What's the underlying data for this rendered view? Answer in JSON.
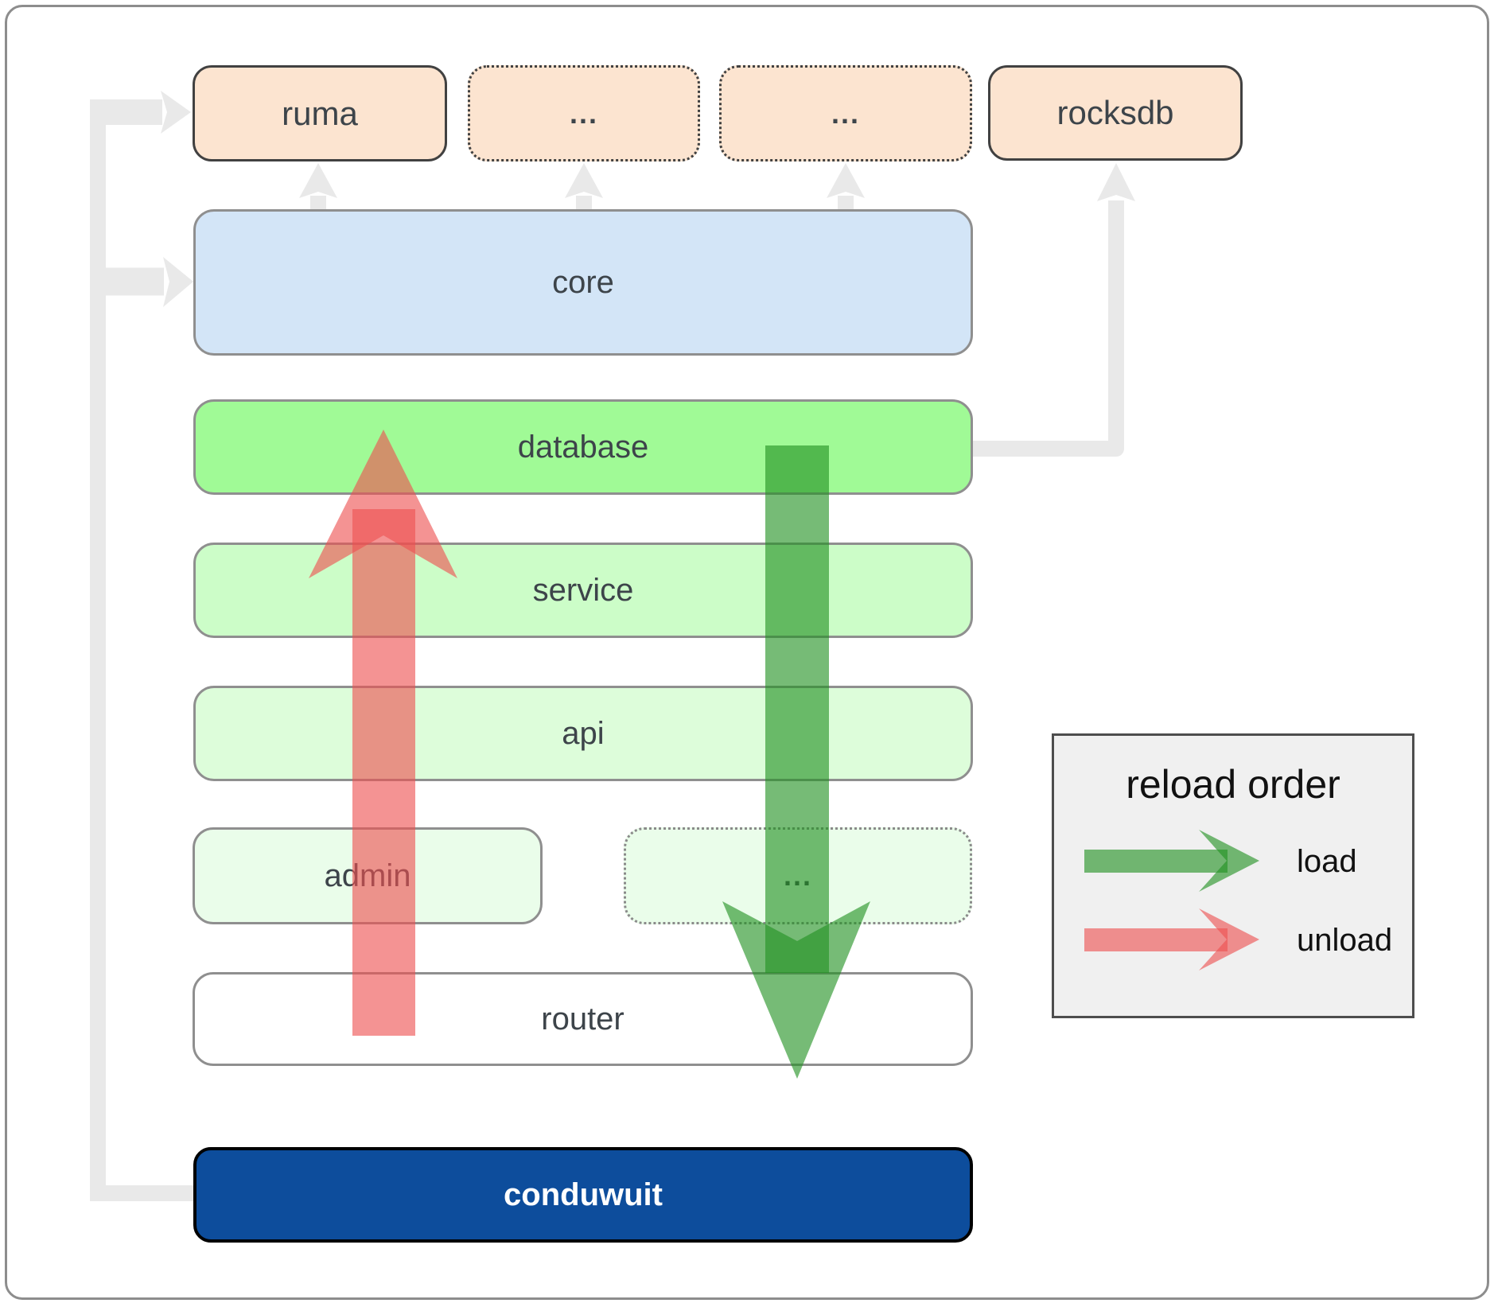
{
  "boxes": {
    "ruma": {
      "label": "ruma"
    },
    "ext_top_1": {
      "label": "..."
    },
    "ext_top_2": {
      "label": "..."
    },
    "rocksdb": {
      "label": "rocksdb"
    },
    "core": {
      "label": "core"
    },
    "database": {
      "label": "database"
    },
    "service": {
      "label": "service"
    },
    "api": {
      "label": "api"
    },
    "admin": {
      "label": "admin"
    },
    "ext_admin": {
      "label": "..."
    },
    "router": {
      "label": "router"
    },
    "conduwuit": {
      "label": "conduwuit"
    }
  },
  "legend": {
    "title": "reload order",
    "items": [
      {
        "label": "load",
        "arrow_color": "#229222"
      },
      {
        "label": "unload",
        "arrow_color": "#ee5050"
      }
    ]
  },
  "colors": {
    "load_arrow_green": "#229222",
    "unload_arrow_red": "#ee5050",
    "module_peach": "#fce4d0",
    "core_blue": "#d3e5f7",
    "database_green": "#a0fa96",
    "service_green": "#ccfdc8",
    "api_green": "#ddfdda",
    "admin_green": "#eafdea",
    "router_white": "#ffffff",
    "conduwuit_blue": "#0d4d9c",
    "connector_gray": "#e9e9e9",
    "legend_bg": "#f0f0f0"
  }
}
